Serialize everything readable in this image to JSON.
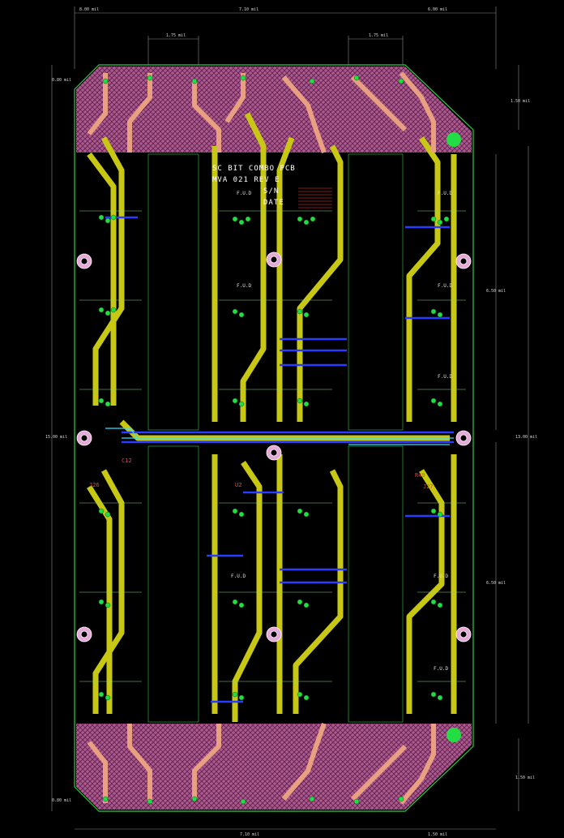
{
  "board": {
    "title_lines": [
      "SC BIT COMBO PCB",
      "MVA 021 REV E",
      "S/N",
      "DATE"
    ],
    "colors": {
      "background": "#000000",
      "outline": "#2ecc40",
      "dimension": "#9a9a9a",
      "trace": "#c8c814",
      "trace_top": "#e8a0c8",
      "via_blue": "#2a3cff",
      "pad_green": "#22dd44",
      "copper_pink": "#e6a8d8",
      "cyan": "#33e0ff",
      "red": "#ff3333"
    },
    "dimensions": {
      "top_left": "8.00 mil",
      "top_center": "7.10 mil",
      "top_right": "6.00 mil",
      "pitch_left": "1.75 mil",
      "pitch_right": "1.75 mil",
      "left_total": "15.00 mil",
      "right_total": "13.00 mil",
      "right_upper": "6.50 mil",
      "right_lower": "6.50 mil",
      "left_top_offset": "0.80 mil",
      "left_bottom_offset": "0.80 mil",
      "right_top_chamfer": "1.50 mil",
      "right_bottom_chamfer": "1.50 mil",
      "bottom_center": "7.10 mil",
      "bottom_right": "1.50 mil"
    },
    "pad_labels": [
      "F.U.D",
      "F.U.D",
      "F.U.D",
      "F.U.D",
      "F.U.D",
      "F.U.D",
      "F.U.D",
      "F.U.D"
    ],
    "ref_labels": [
      "J26",
      "J27",
      "R49",
      "U2",
      "C12"
    ]
  }
}
